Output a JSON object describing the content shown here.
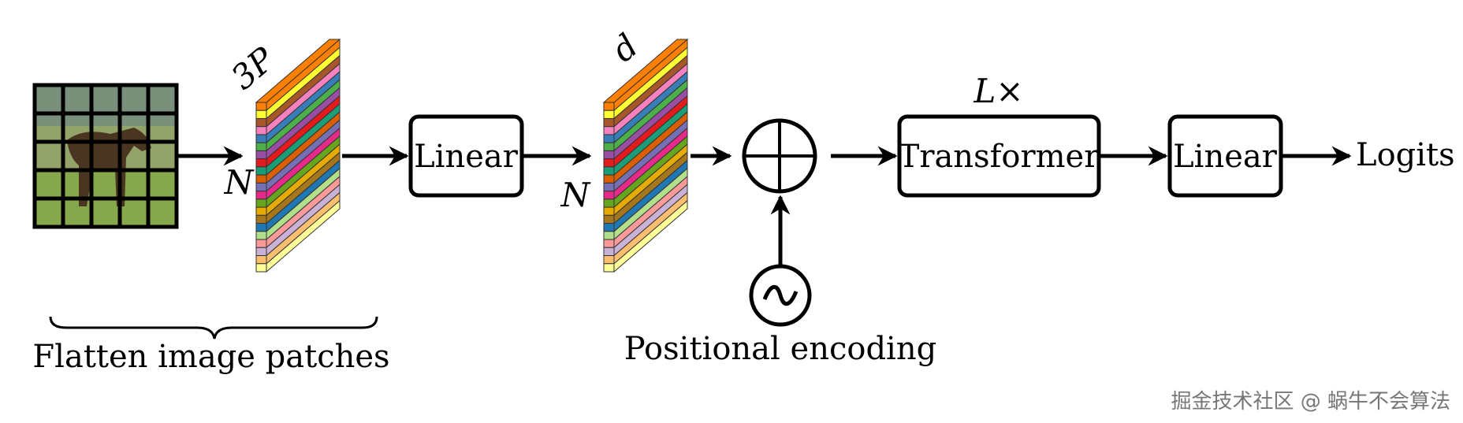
{
  "diagram": {
    "patch_stack_1": {
      "dim_label": "3P",
      "count_label": "N"
    },
    "linear_1": {
      "label": "Linear"
    },
    "patch_stack_2": {
      "dim_label": "d",
      "count_label": "N"
    },
    "transformer": {
      "label": "Transformer",
      "repeat_label": "L×"
    },
    "linear_2": {
      "label": "Linear"
    },
    "output": {
      "label": "Logits"
    },
    "flatten_caption": "Flatten image patches",
    "positional_caption": "Positional encoding",
    "watermark": "掘金技术社区 @ 蜗牛不会算法"
  },
  "colors": {
    "stroke": "#000000",
    "strip_colors": [
      "#FF7F00",
      "#FFFF33",
      "#A65628",
      "#F781BF",
      "#377EB8",
      "#4DAF4A",
      "#984EA3",
      "#E41A1C",
      "#1B9E77",
      "#D95F02",
      "#7570B3",
      "#E7298A",
      "#66A61E",
      "#E6AB02",
      "#A6761D",
      "#1F78B4",
      "#B2DF8A",
      "#FB9A99",
      "#CAB2D6",
      "#FDBF6F",
      "#FFFF99"
    ]
  }
}
